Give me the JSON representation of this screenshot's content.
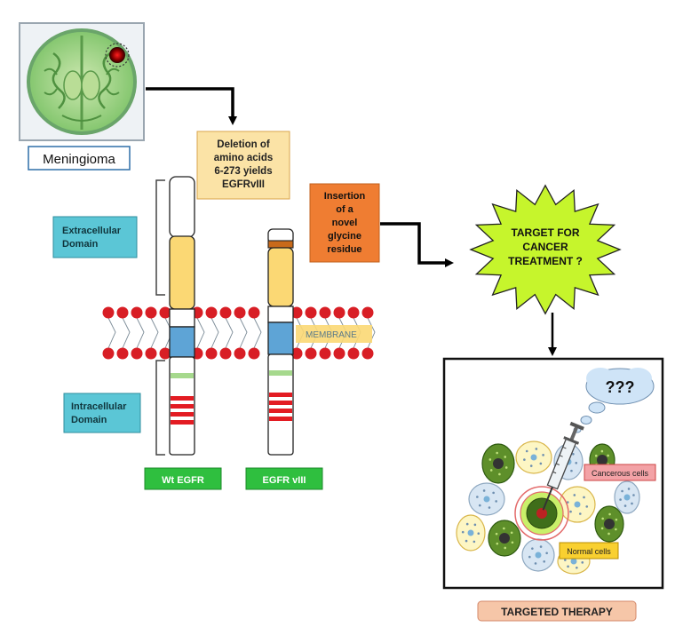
{
  "labels": {
    "meningioma": "Meningioma",
    "deletion": [
      "Deletion of",
      "amino acids",
      "6-273 yields",
      "EGFRvIII"
    ],
    "insertion": [
      "Insertion",
      "of a",
      "novel",
      "glycine",
      "residue"
    ],
    "extracellular": [
      "Extracellular",
      "Domain"
    ],
    "intracellular": [
      "Intracellular",
      "Domain"
    ],
    "membrane": "MEMBRANE",
    "wt_egfr": "Wt EGFR",
    "egfr_viii": "EGFR vIII",
    "target": [
      "TARGET FOR",
      "CANCER",
      "TREATMENT ?"
    ],
    "question": "???",
    "cancerous": "Cancerous cells",
    "normal": "Normal cells",
    "therapy": "TARGETED THERAPY"
  },
  "colors": {
    "blue_box": "#5bc6d6",
    "tan_box": "#fbe3a6",
    "orange_box": "#ef7d32",
    "green_box": "#2fbf3f",
    "star": "#c6f52c",
    "lipid_head": "#d81e25",
    "therapy_box": "#f6c6a8",
    "cancer_label": "#f3a2a6",
    "normal_label": "#f9d030",
    "receptor_yellow": "#fbd874",
    "receptor_blue": "#5ea4d6",
    "receptor_red": "#e31c23",
    "receptor_green": "#a6d98d",
    "receptor_orange": "#c86a1a"
  }
}
